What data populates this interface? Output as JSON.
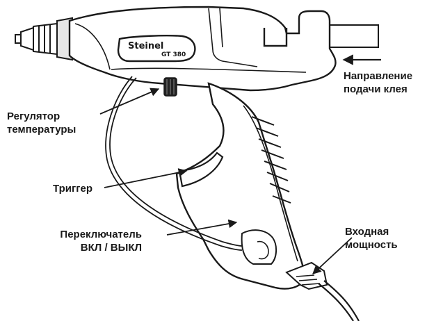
{
  "labels": {
    "feed_direction": [
      "Направление",
      "подачи клея"
    ],
    "temperature_regulator": [
      "Регулятор",
      "температуры"
    ],
    "trigger": [
      "Триггер"
    ],
    "power_switch": [
      "Переключатель",
      "ВКЛ / ВЫКЛ"
    ],
    "power_input": [
      "Входная",
      "мощность"
    ]
  },
  "device": {
    "brand_text": "Steinel",
    "model_text": "GT 380"
  },
  "colors": {
    "outline": "#1a1a1a",
    "fill": "#ffffff",
    "shade": "#d9d9d9",
    "dark": "#222222"
  }
}
